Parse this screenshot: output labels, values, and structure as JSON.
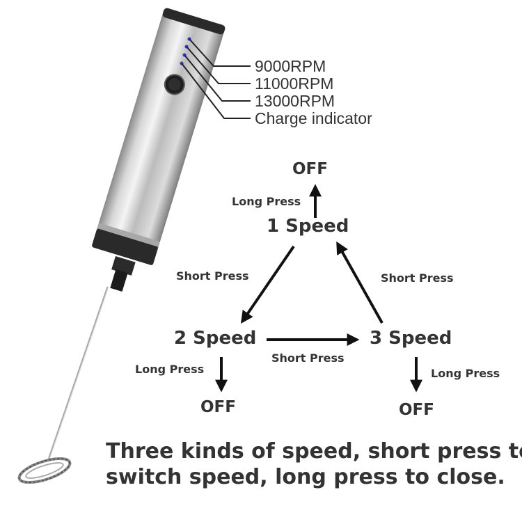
{
  "frother": {
    "indicator_labels": [
      "9000RPM",
      "11000RPM",
      "13000RPM",
      "Charge indicator"
    ],
    "led_color": "#3a3fd1",
    "body_color": "#c9c9c9"
  },
  "diagram": {
    "off_top": "OFF",
    "long_press_top": "Long Press",
    "speed_1": "1 Speed",
    "short_press_left": "Short Press",
    "short_press_right": "Short Press",
    "speed_2": "2 Speed",
    "speed_3": "3 Speed",
    "short_press_bottom": "Short Press",
    "long_press_left": "Long Press",
    "long_press_right": "Long Press",
    "off_left": "OFF",
    "off_right": "OFF"
  },
  "caption": {
    "line1": "Three kinds of speed, short press to",
    "line2": "switch speed, long press to close."
  }
}
